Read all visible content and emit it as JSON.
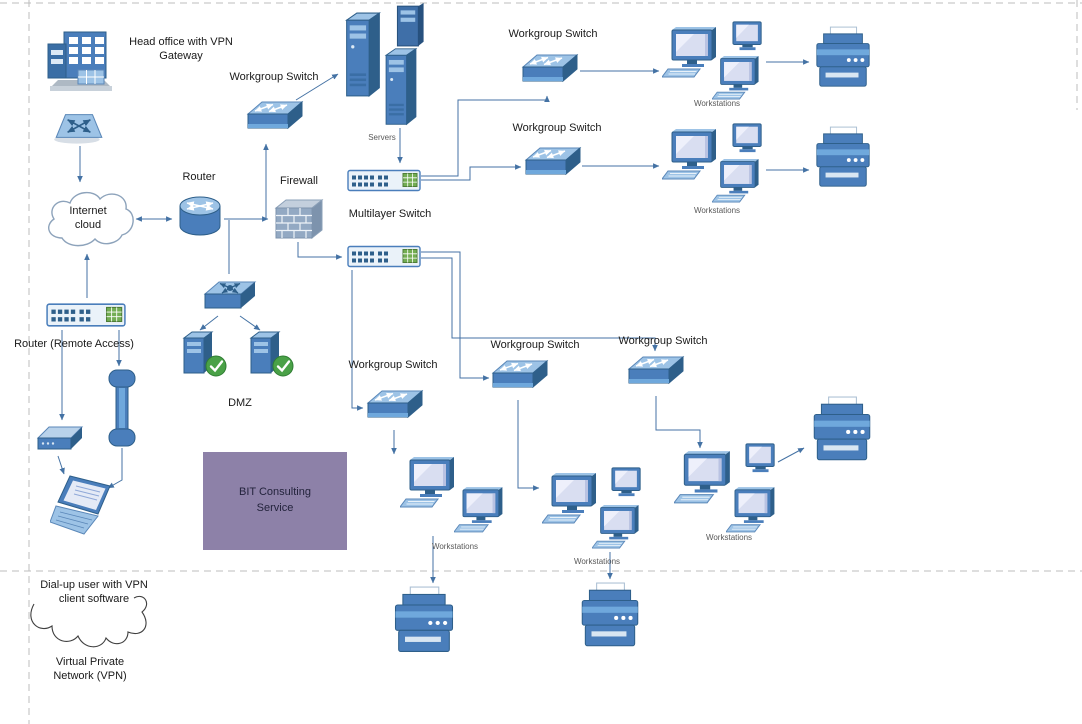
{
  "labels": {
    "head_office": "Head office with VPN Gateway",
    "workgroup_switch_top_left": "Workgroup Switch",
    "workgroup_switch_top": "Workgroup Switch",
    "workgroup_switch_row2": "Workgroup Switch",
    "workgroup_switch_center": "Workgroup Switch",
    "workgroup_switch_center_right": "Workgroup Switch",
    "workgroup_switch_right": "Workgroup Switch",
    "servers": "Servers",
    "router": "Router",
    "firewall": "Firewall",
    "multilayer_switch": "Multilayer Switch",
    "internet_cloud": "Internet cloud",
    "router_remote": "Router (Remote Access)",
    "dmz": "DMZ",
    "bit_consulting": "BIT Consulting Service",
    "workstations_top": "Workstations",
    "workstations_row2": "Workstations",
    "workstations_bottom_center": "Workstations",
    "workstations_bottom_mid": "Workstations",
    "workstations_right": "Workstations",
    "dialup": "Dial-up user with VPN client software",
    "vpn": "Virtual Private Network (VPN)"
  },
  "colors": {
    "node_blue": "#4a7ebb",
    "node_blue_dark": "#2e5f8a",
    "node_blue_light": "#9dc3e6",
    "connector": "#4472a4",
    "bit_box_fill": "#8d81a8",
    "dmz_shield_green": "#4aa147",
    "page_boundary_dash": "#bdbdbd",
    "cloud_stroke": "#8da3bb"
  },
  "icons": [
    "building-icon",
    "vpn-gateway-device-icon",
    "internet-cloud-icon",
    "router-icon",
    "firewall-icon",
    "rack-switch-icon",
    "workgroup-switch-icon",
    "server-tower-icon",
    "server-slim-icon",
    "dmz-server-shield-icon",
    "hub-arrows-icon",
    "workstation-icon",
    "monitor-small-icon",
    "printer-icon",
    "laptop-icon",
    "phone-handset-icon",
    "modem-icon",
    "vpn-tunnel-squiggle"
  ]
}
